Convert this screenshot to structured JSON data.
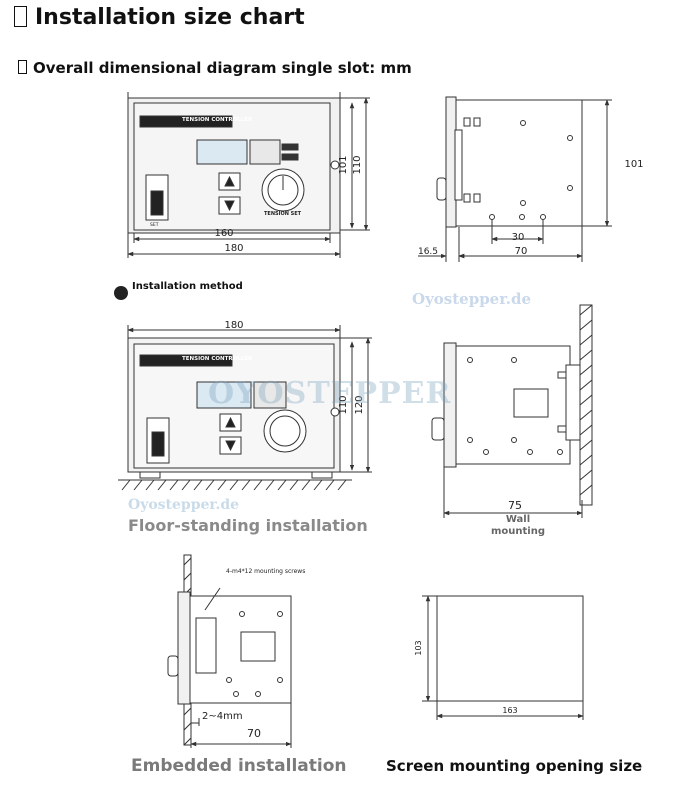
{
  "title": "Installation size chart",
  "subtitle": "Overall dimensional diagram single slot: mm",
  "install_method_label": "Installation method",
  "watermark": "Oyostepper.de",
  "watermark_center": "OYOSTEPPER",
  "panel_label": "TENSION CONTROLLER",
  "knob_label": "TENSION SET",
  "small_label": "SET",
  "screw_note": "4-m4*12 mounting screws",
  "dimensions": {
    "front_inner_width": "160",
    "front_outer_width": "180",
    "front_inner_height": "101",
    "front_outer_height": "110",
    "side_height": "101",
    "side_hole_spacing": "30",
    "side_depth": "70",
    "side_front_offset": "16.5",
    "floor_width": "180",
    "floor_inner_height": "110",
    "floor_outer_height": "120",
    "wall_depth": "75",
    "embed_gap": "2~4mm",
    "embed_depth": "70",
    "opening_height": "103",
    "opening_width": "163"
  },
  "captions": {
    "floor": "Floor-standing installation",
    "wall": "Wall mounting",
    "embedded": "Embedded installation",
    "screen": "Screen mounting opening size"
  }
}
